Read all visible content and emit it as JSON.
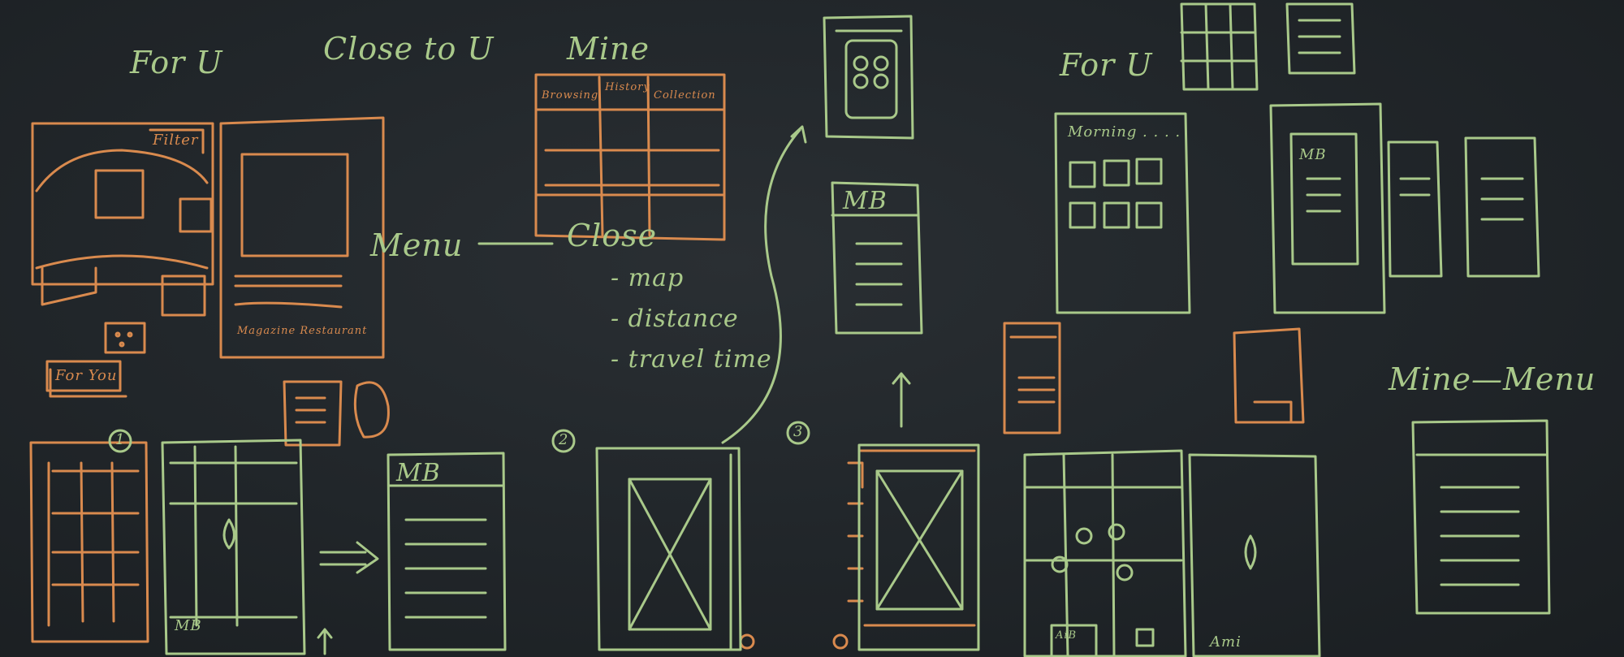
{
  "image": {
    "description_kind": "chalkboard wireframe sketches"
  },
  "colors": {
    "board": "#22272b",
    "chalk_green": "#a9c98a",
    "chalk_orange": "#d98a4e"
  },
  "headings": {
    "for_u_left": "For U",
    "close_to_u": "Close to U",
    "mine": "Mine",
    "for_u_right": "For U",
    "mine_menu": "Mine—Menu"
  },
  "mine_table": {
    "columns": [
      "Browsing",
      "History",
      "Collection"
    ]
  },
  "flow": {
    "menu": "Menu",
    "close": "Close",
    "list": [
      "- map",
      "- distance",
      "- travel time"
    ]
  },
  "labels": {
    "filter": "Filter",
    "for_you": "For You",
    "magazine": "Magazine Restaurant",
    "morning": "Morning . . . .",
    "mb_1": "MB",
    "mb_2": "MB",
    "mb_3": "MB",
    "mb_4": "MB",
    "step_1": "1",
    "step_2": "2",
    "step_3": "3",
    "arrow": "⟹",
    "item_a": "Ami",
    "item_b": "AiB"
  }
}
